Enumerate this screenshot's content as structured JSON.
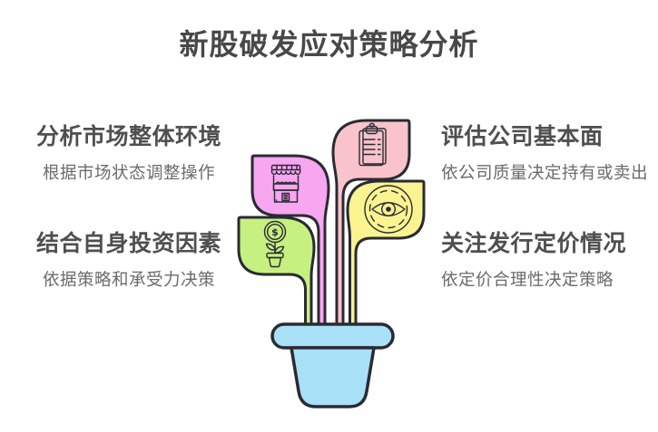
{
  "title": "新股破发应对策略分析",
  "strategies": [
    {
      "position": "top-left",
      "heading": "分析市场整体环境",
      "subtext": "根据市场状态调整操作",
      "leaf_color": "#F7A6F0",
      "icon": "market-stall-icon"
    },
    {
      "position": "top-right",
      "heading": "评估公司基本面",
      "subtext": "依公司质量决定持有或卖出",
      "leaf_color": "#F8C3CA",
      "icon": "clipboard-icon"
    },
    {
      "position": "bottom-left",
      "heading": "结合自身投资因素",
      "subtext": "依据策略和承受力决策",
      "leaf_color": "#C6F080",
      "icon": "money-plant-icon"
    },
    {
      "position": "bottom-right",
      "heading": "关注发行定价情况",
      "subtext": "依定价合理性决定策略",
      "leaf_color": "#FAF38F",
      "icon": "eye-icon"
    }
  ],
  "plant": {
    "pot_color": "#A8E0F8",
    "outline_color": "#2A2A33",
    "dollar_symbol": "$"
  },
  "text_colors": {
    "title": "#484848",
    "heading": "#4F4F4F",
    "subtext": "#6B6B6B"
  }
}
